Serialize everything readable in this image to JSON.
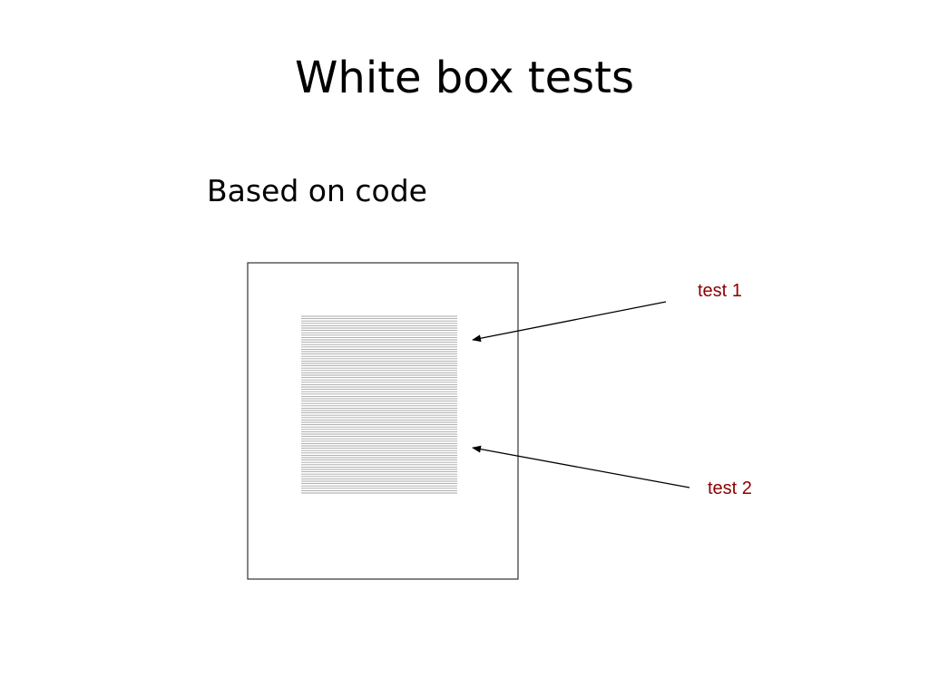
{
  "slide": {
    "title": "White box tests",
    "subtitle": "Based on code"
  },
  "diagram": {
    "labels": [
      {
        "text": "test 1"
      },
      {
        "text": "test 2"
      }
    ],
    "colors": {
      "label": "#8b0000",
      "box_border": "#333333",
      "code_lines": "#a6a6a6",
      "arrow": "#000000"
    }
  }
}
